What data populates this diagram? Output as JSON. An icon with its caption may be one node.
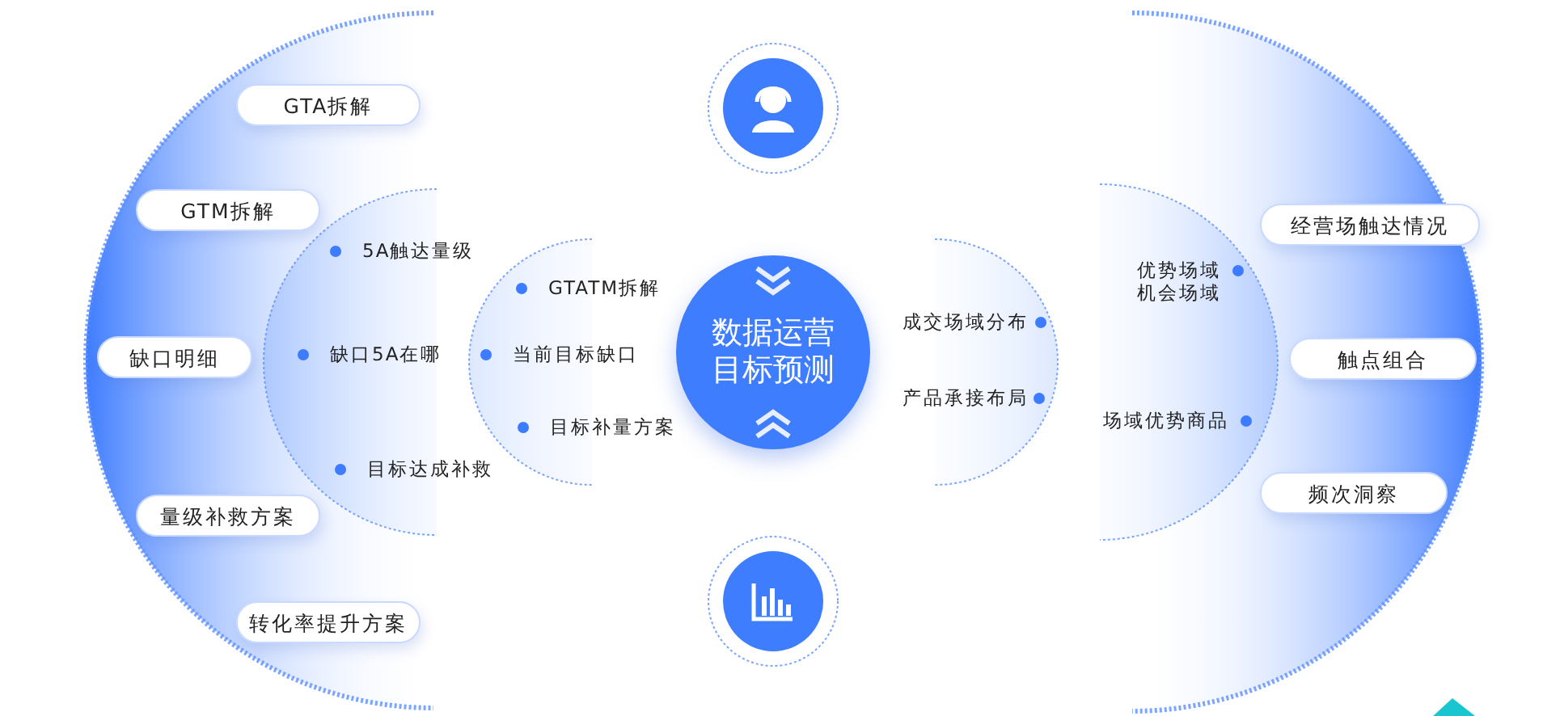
{
  "diagram": {
    "nodes": [
      {
        "text": [
          "GTA拆解"
        ]
      },
      {
        "text": [
          "GTM拆解"
        ]
      },
      {
        "text": [
          "缺口明细"
        ]
      },
      {
        "text": [
          "量级补救方案"
        ]
      },
      {
        "text": [
          "转化率提升方案"
        ]
      },
      {
        "text": [],
        "shape": "circle"
      },
      {
        "text": [
          "数据运营目标预测"
        ]
      },
      {
        "text": [],
        "shape": "circle"
      },
      {
        "text": [
          "经营场触达情况"
        ]
      },
      {
        "text": [
          "触点组合"
        ]
      },
      {
        "text": [
          "频次洞察"
        ]
      }
    ],
    "labels": [
      "5A触达量级",
      "缺口5A在哪",
      "目标达成补救",
      "GTATM拆解",
      "当前目标缺口",
      "目标补量方案",
      "成交场域分布",
      "产品承接布局",
      "优势场域机会场域",
      "场域优势商品"
    ]
  }
}
